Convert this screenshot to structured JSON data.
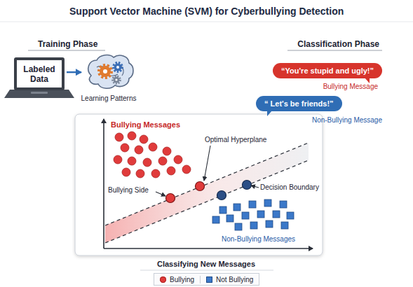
{
  "diagram": {
    "title": "Support Vector Machine (SVM) for Cyberbullying Detection",
    "nodes": [
      {
        "text": [
          "Labeled Data"
        ]
      },
      {
        "text": [
          "Learning Patterns"
        ]
      },
      {
        "text": [
          "“You're stupid and ugly!”"
        ]
      },
      {
        "text": [
          "“ Let's be friends!”"
        ]
      }
    ],
    "edges": [
      {
        "from": 0,
        "to": 1,
        "arrow": "to"
      }
    ],
    "labels": [
      "Training Phase",
      "Classification Phase",
      "Bullying Message",
      "Non-Bullying Message",
      "Bullying Messages",
      "Optimal Hyperplane",
      "Bullying Side",
      "Decision Boundary",
      "Non-Bullying Messages",
      "Classifying New Messages"
    ],
    "legend": [
      {
        "text": "Bullying"
      },
      {
        "text": "Not Bullying"
      }
    ]
  }
}
